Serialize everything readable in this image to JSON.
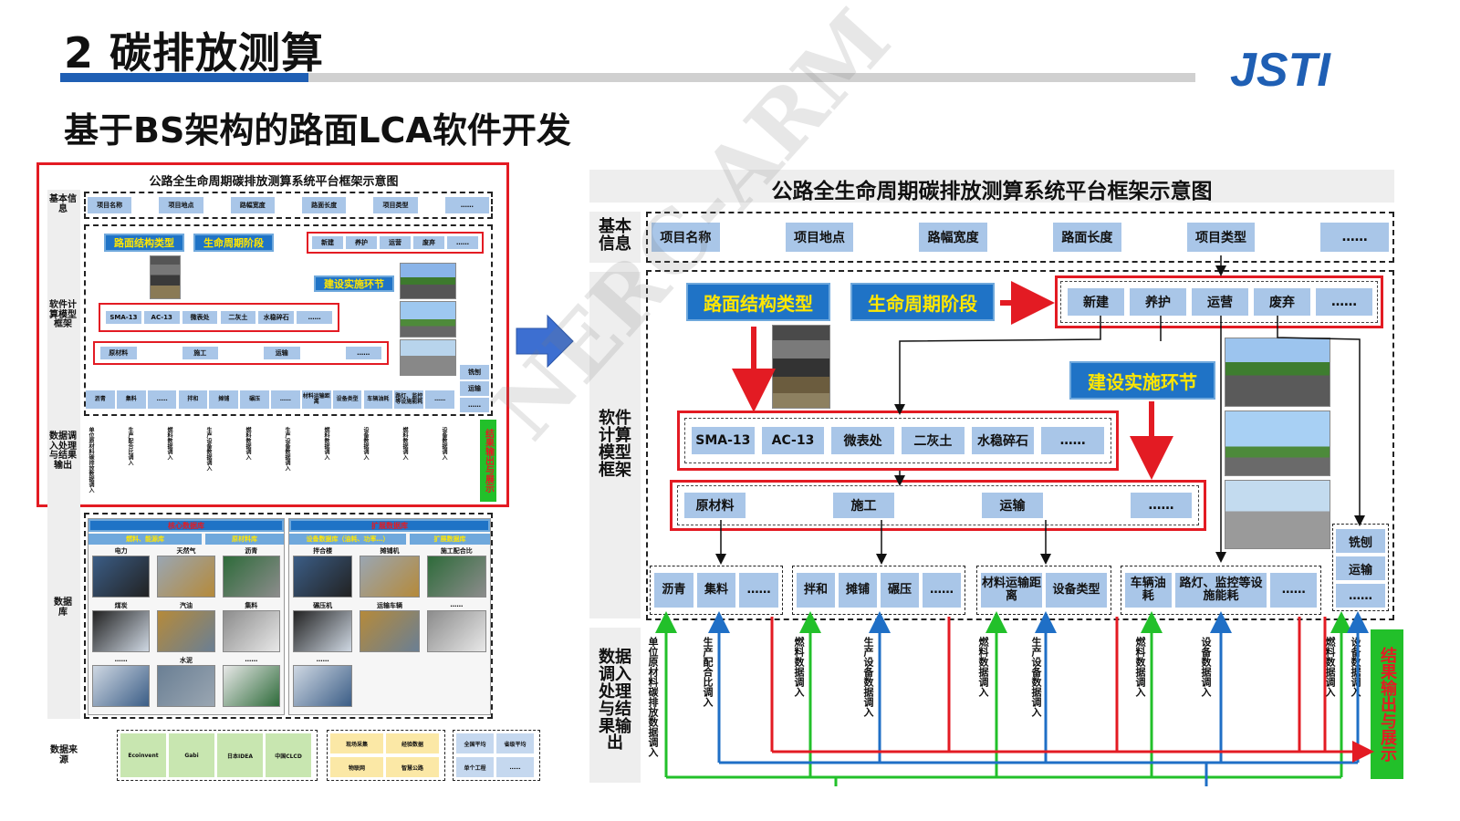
{
  "slide": {
    "title": "2 碳排放测算",
    "subtitle": "基于BS架构的路面LCA软件开发",
    "logo_text": "JSTI",
    "watermark": "NERC-ARM"
  },
  "diagram": {
    "title": "公路全生命周期碳排放测算系统平台框架示意图",
    "section_basic": "基本信息",
    "section_model": "软件计算模型框架",
    "section_data": "数据调入处理与结果输出",
    "section_database": "数据库",
    "section_source": "数据来源",
    "basic_items": [
      "项目名称",
      "项目地点",
      "路幅宽度",
      "路面长度",
      "项目类型",
      "……"
    ],
    "structure_type": "路面结构类型",
    "lifecycle_stage": "生命周期阶段",
    "construction_link": "建设实施环节",
    "lifecycle_items": [
      "新建",
      "养护",
      "运营",
      "废弃",
      "……"
    ],
    "structure_items": [
      "SMA-13",
      "AC-13",
      "微表处",
      "二灰土",
      "水稳碎石",
      "……"
    ],
    "process_items": [
      "原材料",
      "施工",
      "运输",
      "……"
    ],
    "detail_group1": [
      "沥青",
      "集料",
      "……"
    ],
    "detail_group2": [
      "拌和",
      "摊铺",
      "碾压",
      "……"
    ],
    "detail_group3": [
      "材料运输距离",
      "设备类型"
    ],
    "detail_group4": [
      "车辆油耗",
      "路灯、监控等设施能耗",
      "……"
    ],
    "side_items": [
      "铣刨",
      "运输",
      "……"
    ],
    "data_labels": [
      "单位原材料碳排放数据调入",
      "生产配合比调入",
      "燃料数据调入",
      "生产设备数据调入",
      "燃料数据调入",
      "生产设备数据调入",
      "燃料数据调入",
      "设备数据调入",
      "燃料数据调入",
      "设备数据调入"
    ],
    "result_output": "结果输出与展示",
    "database": {
      "left_header": "核心数据库",
      "left_sub": [
        "燃料、能源库",
        "原材料库"
      ],
      "left_items": [
        "电力",
        "天然气",
        "沥青",
        "煤炭",
        "汽油",
        "集料",
        "……",
        "水泥",
        "……"
      ],
      "right_header": "扩展数据库",
      "right_sub": [
        "设备数据库（油耗、功率…）",
        "扩展数据库"
      ],
      "right_items": [
        "拌合楼",
        "摊铺机",
        "施工配合比",
        "碾压机",
        "运输车辆",
        "……",
        "……"
      ]
    },
    "sources_group1": [
      "Ecoinvent",
      "Gabi",
      "日本IDEA",
      "中国CLCD"
    ],
    "sources_group2": [
      "现场采集",
      "经验数据",
      "物联网",
      "智慧公路"
    ],
    "sources_group3": [
      "全国平均",
      "省级平均",
      "单个工程",
      "……"
    ]
  },
  "colors": {
    "title_blue": "#1f5fb4",
    "cell_blue": "#a9c6e8",
    "header_blue": "#1f73c6",
    "highlight_yellow": "#ffe600",
    "red": "#e31b23",
    "green": "#22c02a",
    "arrow_blue": "#1f6fc6"
  }
}
